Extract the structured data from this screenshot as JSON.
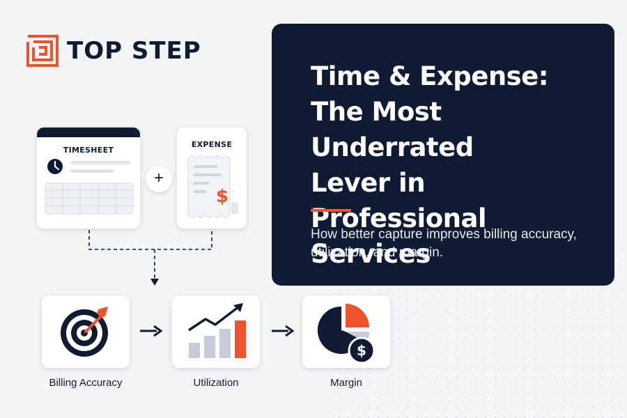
{
  "brand": {
    "name": "TOP STEP",
    "navy": "#0f1b33",
    "accent": "#f0532a",
    "logo_icon": "maze-square-icon"
  },
  "hero": {
    "title": "Time & Expense:\nThe Most Underrated\nLever in\nProfessional Services",
    "subtitle": "How better capture improves billing accuracy, utilization, and margin."
  },
  "inputs": {
    "timesheet": {
      "label": "TIMESHEET",
      "icon": "clock-icon"
    },
    "plus": "+",
    "expense": {
      "label": "EXPENSE",
      "icon": "receipt-dollar-icon",
      "currency": "$"
    }
  },
  "flow": [
    {
      "label": "Billing Accuracy",
      "icon": "target-arrow-icon"
    },
    {
      "label": "Utilization",
      "icon": "bar-chart-trend-icon"
    },
    {
      "label": "Margin",
      "icon": "pie-dollar-icon",
      "currency": "$"
    }
  ]
}
